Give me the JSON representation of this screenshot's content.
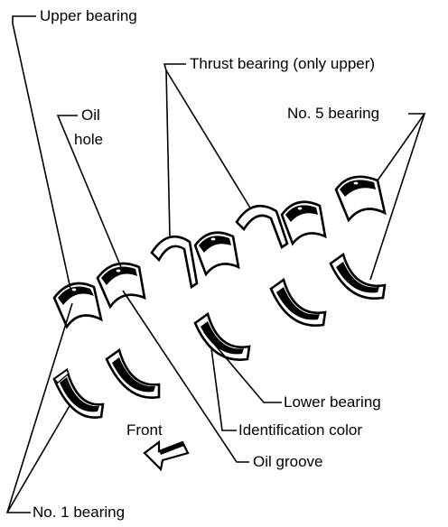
{
  "labels": {
    "upper_bearing": "Upper bearing",
    "thrust_bearing": "Thrust bearing (only upper)",
    "oil_hole_line1": "Oil",
    "oil_hole_line2": "hole",
    "no5_bearing": "No. 5 bearing",
    "lower_bearing": "Lower bearing",
    "identification_color": "Identification color",
    "front": "Front",
    "oil_groove": "Oil groove",
    "no1_bearing": "No. 1 bearing"
  }
}
